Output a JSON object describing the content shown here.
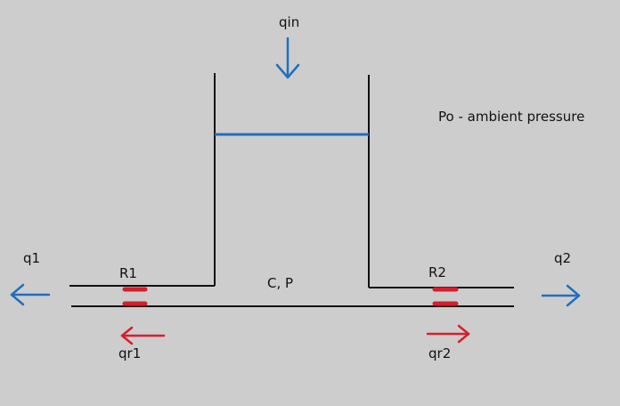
{
  "labels": {
    "qin": "qin",
    "ambient": "Po - ambient pressure",
    "q1": "q1",
    "q2": "q2",
    "r1": "R1",
    "r2": "R2",
    "cp": "C, P",
    "qr1": "qr1",
    "qr2": "qr2"
  },
  "colors": {
    "background": "#cdcdcd",
    "wall": "#111111",
    "flow_blue": "#1f6fc0",
    "resistor_red": "#d61f2a"
  }
}
